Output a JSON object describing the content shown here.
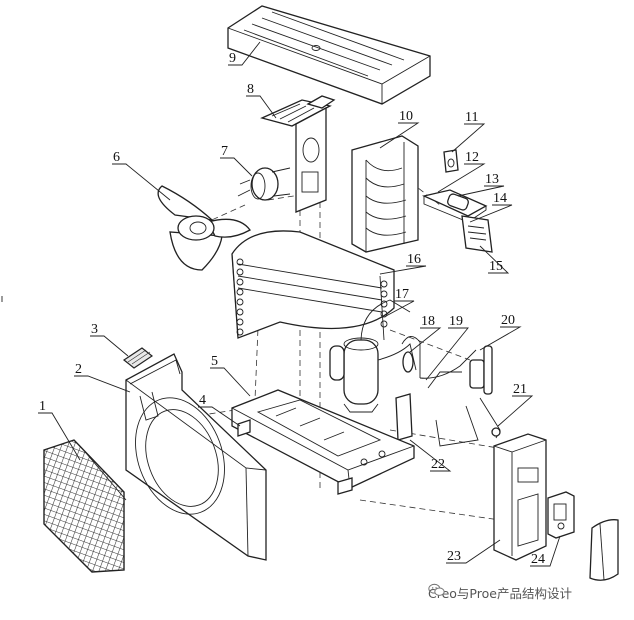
{
  "diagram": {
    "part_numbers": [
      "1",
      "2",
      "3",
      "4",
      "5",
      "6",
      "7",
      "8",
      "9",
      "10",
      "11",
      "12",
      "13",
      "14",
      "15",
      "16",
      "17",
      "18",
      "19",
      "20",
      "21",
      "22",
      "23",
      "24"
    ]
  },
  "watermark": {
    "icon": "wechat-logo-icon",
    "text": "Creo与Proe产品结构设计"
  },
  "colors": {
    "line": "#222222",
    "background": "#ffffff",
    "watermark_text": "#555555"
  }
}
